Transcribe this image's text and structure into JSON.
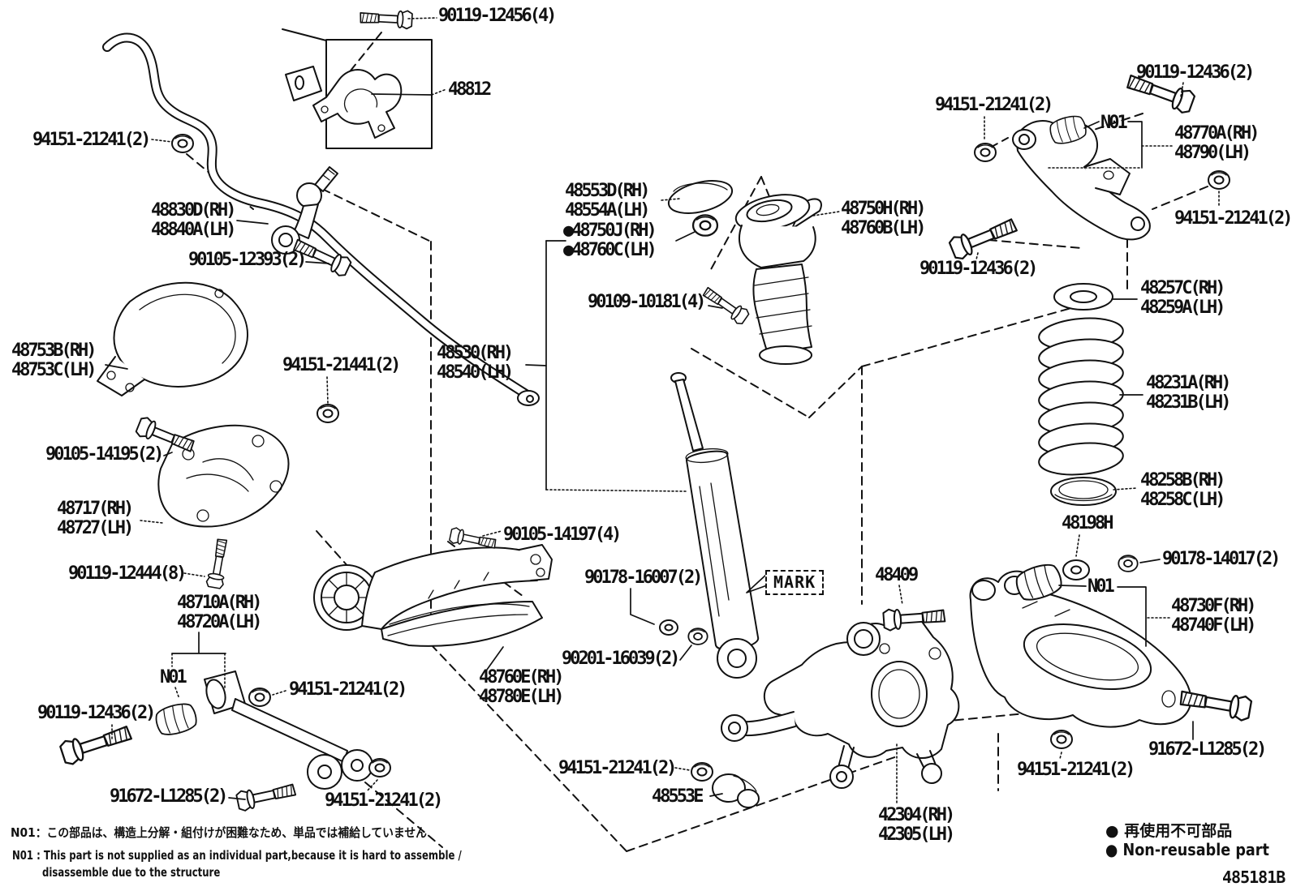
{
  "drawing": {
    "number": "485181B",
    "legend": {
      "jp": "● 再使用不可部品",
      "en": "● Non-reusable part"
    },
    "notes": [
      "N01：この部品は、構造上分解・組付けが困難なため、単品では補給していません",
      "N01 : This part is not supplied as an individual part,because it is hard to assemble /",
      "disassemble due to the structure"
    ],
    "mark_tag": "MARK",
    "colors": {
      "line": "#111111",
      "background": "#ffffff"
    }
  },
  "labels": [
    "90119-12456(4)",
    "48812",
    "94151-21241(2)",
    "48830D(RH)\n48840A(LH)",
    "90105-12393(2)",
    "48753B(RH)\n48753C(LH)",
    "94151-21441(2)",
    "90105-14195(2)",
    "48717(RH)\n48727(LH)",
    "90119-12444(8)",
    "48710A(RH)\n48720A(LH)",
    "N01",
    "94151-21241(2)",
    "90119-12436(2)",
    "91672-L1285(2)",
    "94151-21241(2)",
    "48553D(RH)\n48554A(LH)",
    "●48750J(RH)\n●48760C(LH)",
    "48750H(RH)\n48760B(LH)",
    "90109-10181(4)",
    "48530(RH)\n48540(LH)",
    "90105-14197(4)",
    "90178-16007(2)",
    "90201-16039(2)",
    "48760E(RH)\n48780E(LH)",
    "90119-12436(2)",
    "94151-21241(2)",
    "N01",
    "48770A(RH)\n48790(LH)",
    "94151-21241(2)",
    "90119-12436(2)",
    "48257C(RH)\n48259A(LH)",
    "48231A(RH)\n48231B(LH)",
    "48258B(RH)\n48258C(LH)",
    "48198H",
    "90178-14017(2)",
    "48409",
    "N01",
    "48730F(RH)\n48740F(LH)",
    "91672-L1285(2)",
    "94151-21241(2)",
    "94151-21241(2)",
    "48553E",
    "42304(RH)\n42305(LH)"
  ]
}
